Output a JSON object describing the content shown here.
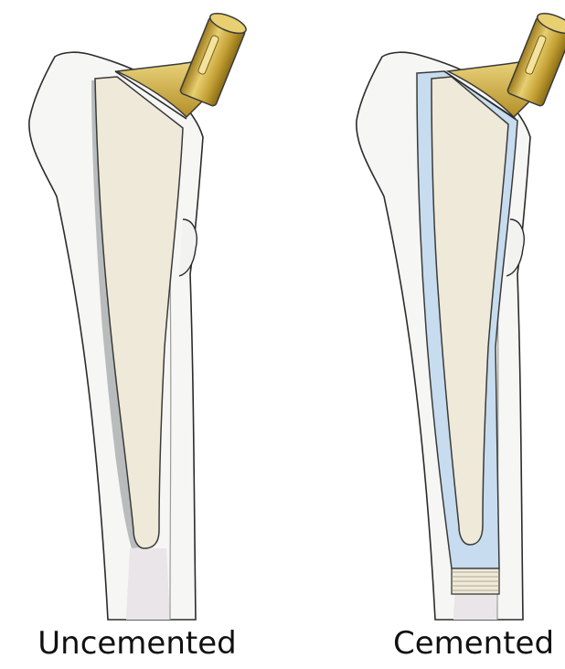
{
  "panels": [
    {
      "id": "uncemented",
      "label": "Uncemented"
    },
    {
      "id": "cemented",
      "label": "Cemented"
    }
  ],
  "colors": {
    "bone_fill": "#f5f5f4",
    "bone_outline": "#2b2b2b",
    "bone_canal": "#e7e4e6",
    "stem_fill": "#efe9d9",
    "cement_fill": "#c7dcee",
    "gap_fill": "#b9bcbd",
    "trunnion_gold": "#c6a23a",
    "trunnion_dark": "#8a6b14",
    "trunnion_light": "#e7cf72"
  }
}
